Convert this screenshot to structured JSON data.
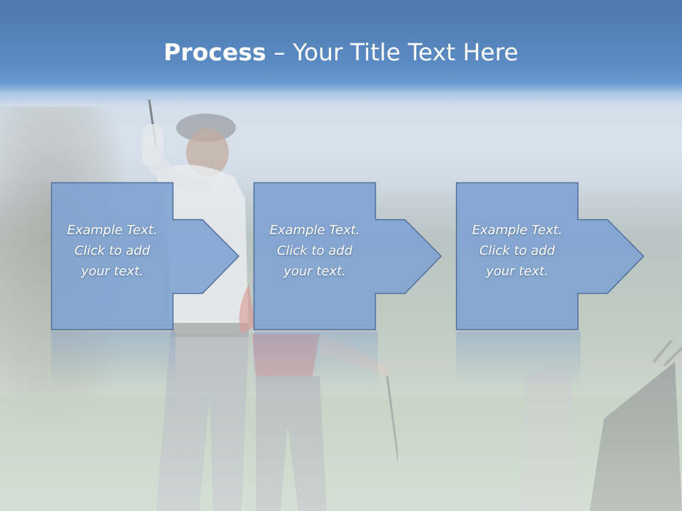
{
  "slide": {
    "title_bold": "Process",
    "title_rest": " – Your Title Text Here",
    "steps": [
      {
        "line1": "Example Text.",
        "line2": "Click  to add",
        "line3": "your text."
      },
      {
        "line1": "Example Text.",
        "line2": "Click  to add",
        "line3": "your text."
      },
      {
        "line1": "Example Text.",
        "line2": "Click  to add",
        "line3": "your text."
      }
    ]
  },
  "colors": {
    "title_band": "#5b8bc3",
    "step_fill": "#7fa3d2",
    "step_border": "#4f6f99",
    "title_text": "#ffffff"
  }
}
